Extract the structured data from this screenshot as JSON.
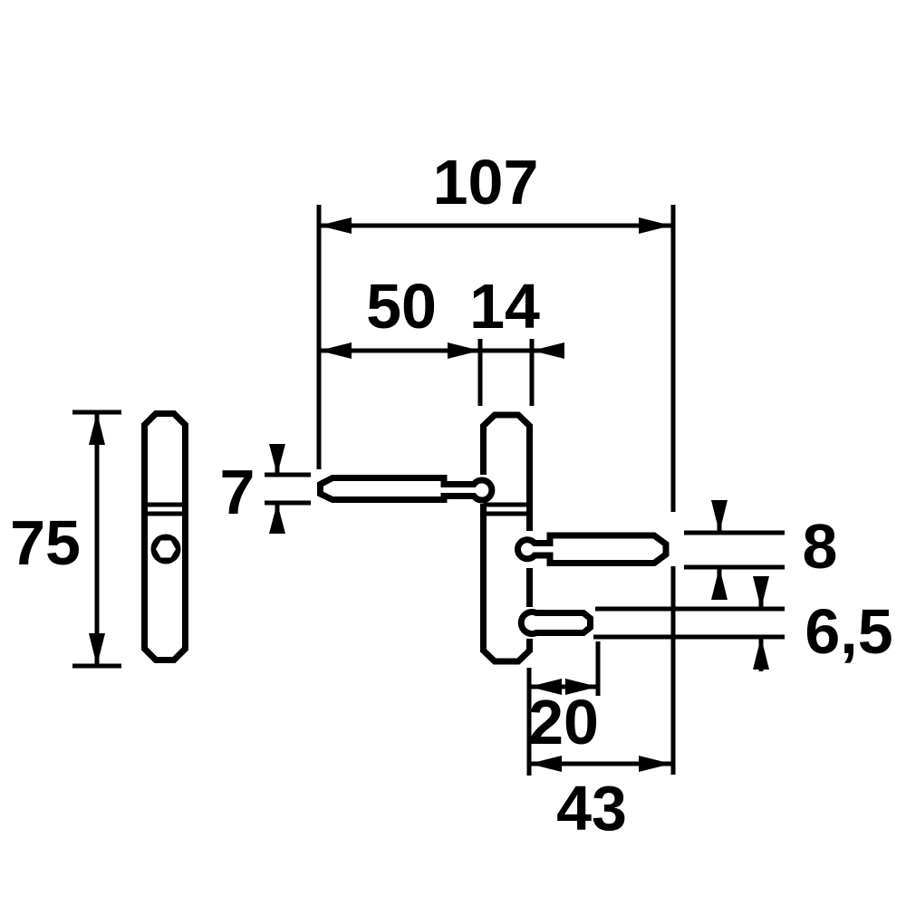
{
  "drawing": {
    "type": "dimensioned technical drawing",
    "subject": "drill-in door hinge, two views (frame part side view with hex-socket screw, hinge body front view with three fixing pins)",
    "background_color": "#ffffff",
    "line_color": "#000000"
  },
  "dims": {
    "total_width": "107",
    "upper_pin_length": "50",
    "barrel_diameter": "14",
    "upper_pin_diameter": "7",
    "body_height": "75",
    "middle_pin_diameter": "8",
    "lower_pin_diameter": "6,5",
    "lower_pin_length": "20",
    "lower_extent": "43"
  }
}
